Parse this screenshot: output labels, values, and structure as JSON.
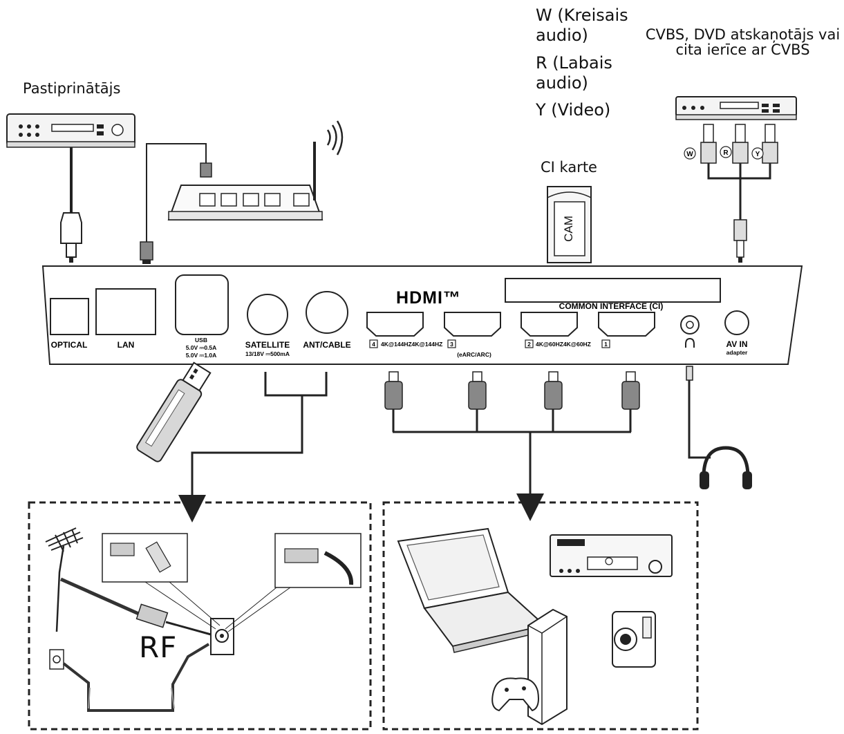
{
  "labels": {
    "amplifier": "Pastiprinātājs",
    "audio_left": "W (Kreisais audio)",
    "audio_left_line1": "W (Kreisais",
    "audio_left_line2": "audio)",
    "audio_right_line1": "R (Labais",
    "audio_right_line2": "audio)",
    "video": "Y (Video)",
    "cvbs_line1": "CVBS, DVD atskaņotājs vai",
    "cvbs_line2": "cita ierīce ar CVBS",
    "ci_card": "CI karte",
    "cam": "CAM",
    "rf": "RF",
    "rca_w": "W",
    "rca_r": "R",
    "rca_y": "Y"
  },
  "panel": {
    "optical": "OPTICAL",
    "lan": "LAN",
    "usb": "USB",
    "usb_spec1": "5.0V ⎓0.5A",
    "usb_spec2": "5.0V ⎓1.0A",
    "satellite": "SATELLITE",
    "satellite_spec": "13/18V ⎓500mA",
    "ant_cable": "ANT/CABLE",
    "hdmi_logo": "HDMI™",
    "common_interface": "COMMON INTERFACE (CI)",
    "hdmi4_num": "4",
    "hdmi_group1_spec": "4K@144HZ4K@144HZ",
    "hdmi3_num": "3",
    "earc": "(eARC/ARC)",
    "hdmi2_num": "2",
    "hdmi_group2_spec": "4K@60HZ4K@60HZ",
    "hdmi1_num": "1",
    "av_in": "AV IN",
    "adapter": "adapter"
  }
}
